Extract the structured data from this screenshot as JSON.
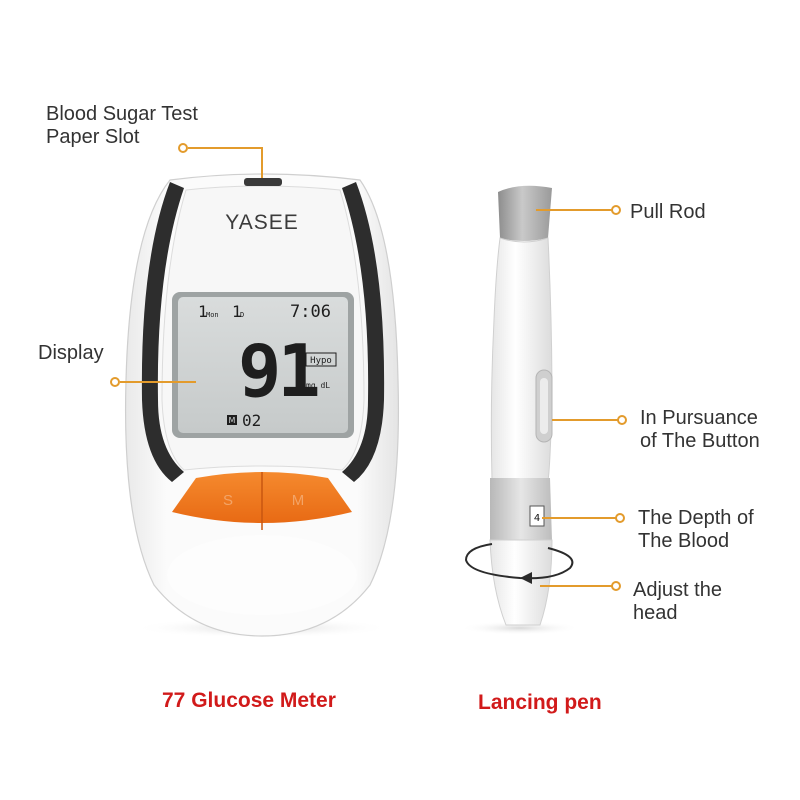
{
  "brand": "YASEE",
  "meter": {
    "display": {
      "month": "1",
      "month_unit": "Mon",
      "day": "1",
      "day_unit": "D",
      "time": "7:06",
      "reading": "91",
      "status": "Hypo",
      "unit": "mg dL",
      "memory_badge": "M",
      "memory_number": "02"
    },
    "buttons": {
      "left": "S",
      "right": "M"
    }
  },
  "callouts": {
    "test_slot": "Blood Sugar Test\nPaper Slot",
    "display": "Display",
    "pull_rod": "Pull Rod",
    "button": "In Pursuance\nof The Button",
    "depth": "The Depth of\nThe Blood",
    "adjust_head": "Adjust the\nhead"
  },
  "captions": {
    "meter": "77 Glucose Meter",
    "pen": "Lancing pen"
  },
  "colors": {
    "accent_line": "#e39b2c",
    "caption_red": "#d11a1a",
    "button_orange": "#f27a22",
    "lcd_bg": "#cfd3d3"
  }
}
